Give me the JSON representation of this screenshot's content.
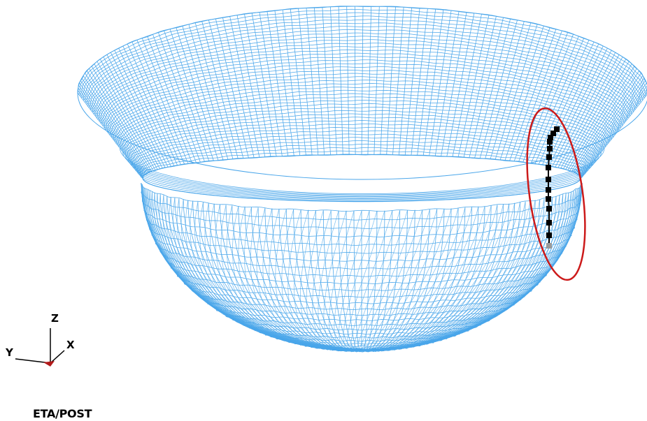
{
  "viewer": {
    "app_label": "ETA/POST"
  },
  "axis_triad": {
    "z_label": "Z",
    "y_label": "Y",
    "x_label": "X"
  },
  "colors": {
    "mesh": "#4aa6ea",
    "highlight_ellipse": "#cc1a1a",
    "node_marker": "#000000",
    "node_marker_end": "#9a9a9a",
    "triad_line": "#000000",
    "triad_origin": "#b21a1a"
  }
}
